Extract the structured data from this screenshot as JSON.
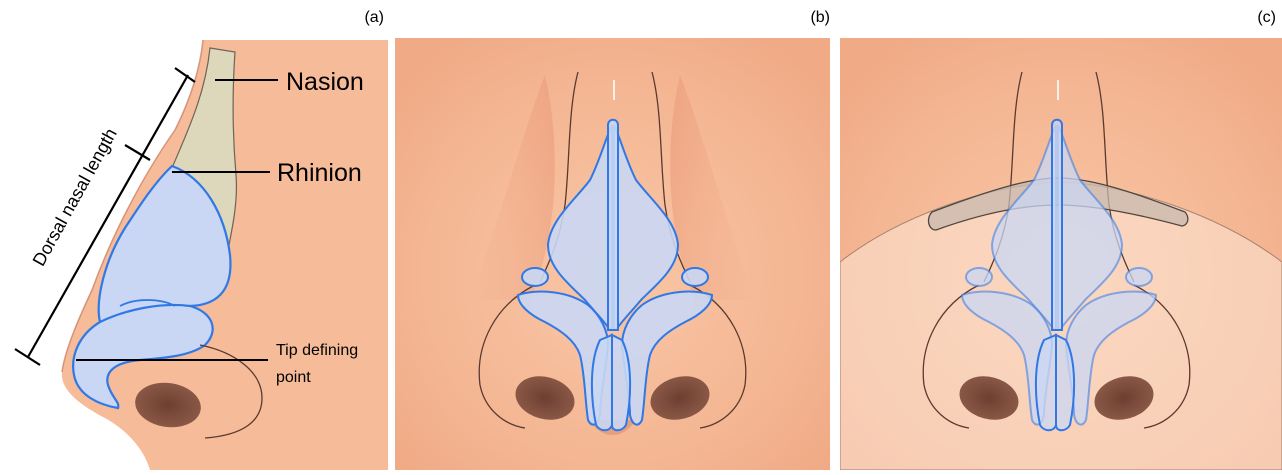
{
  "panels": [
    {
      "letter": "(a)"
    },
    {
      "letter": "(b)"
    },
    {
      "letter": "(c)"
    }
  ],
  "labels": {
    "nasion": "Nasion",
    "rhinion": "Rhinion",
    "tip_line1": "Tip defining",
    "tip_line2": "point",
    "dorsal": "Dorsal nasal length"
  },
  "colors": {
    "skin": "#f6bb98",
    "skin_shadow": "#e58d6d",
    "bone": "#ddd7bc",
    "cartilage_fill": "#c9d7f4",
    "cartilage_stroke": "#2f78e6",
    "nostril": "#7a4a3c",
    "implant": "#d3c3b8"
  }
}
